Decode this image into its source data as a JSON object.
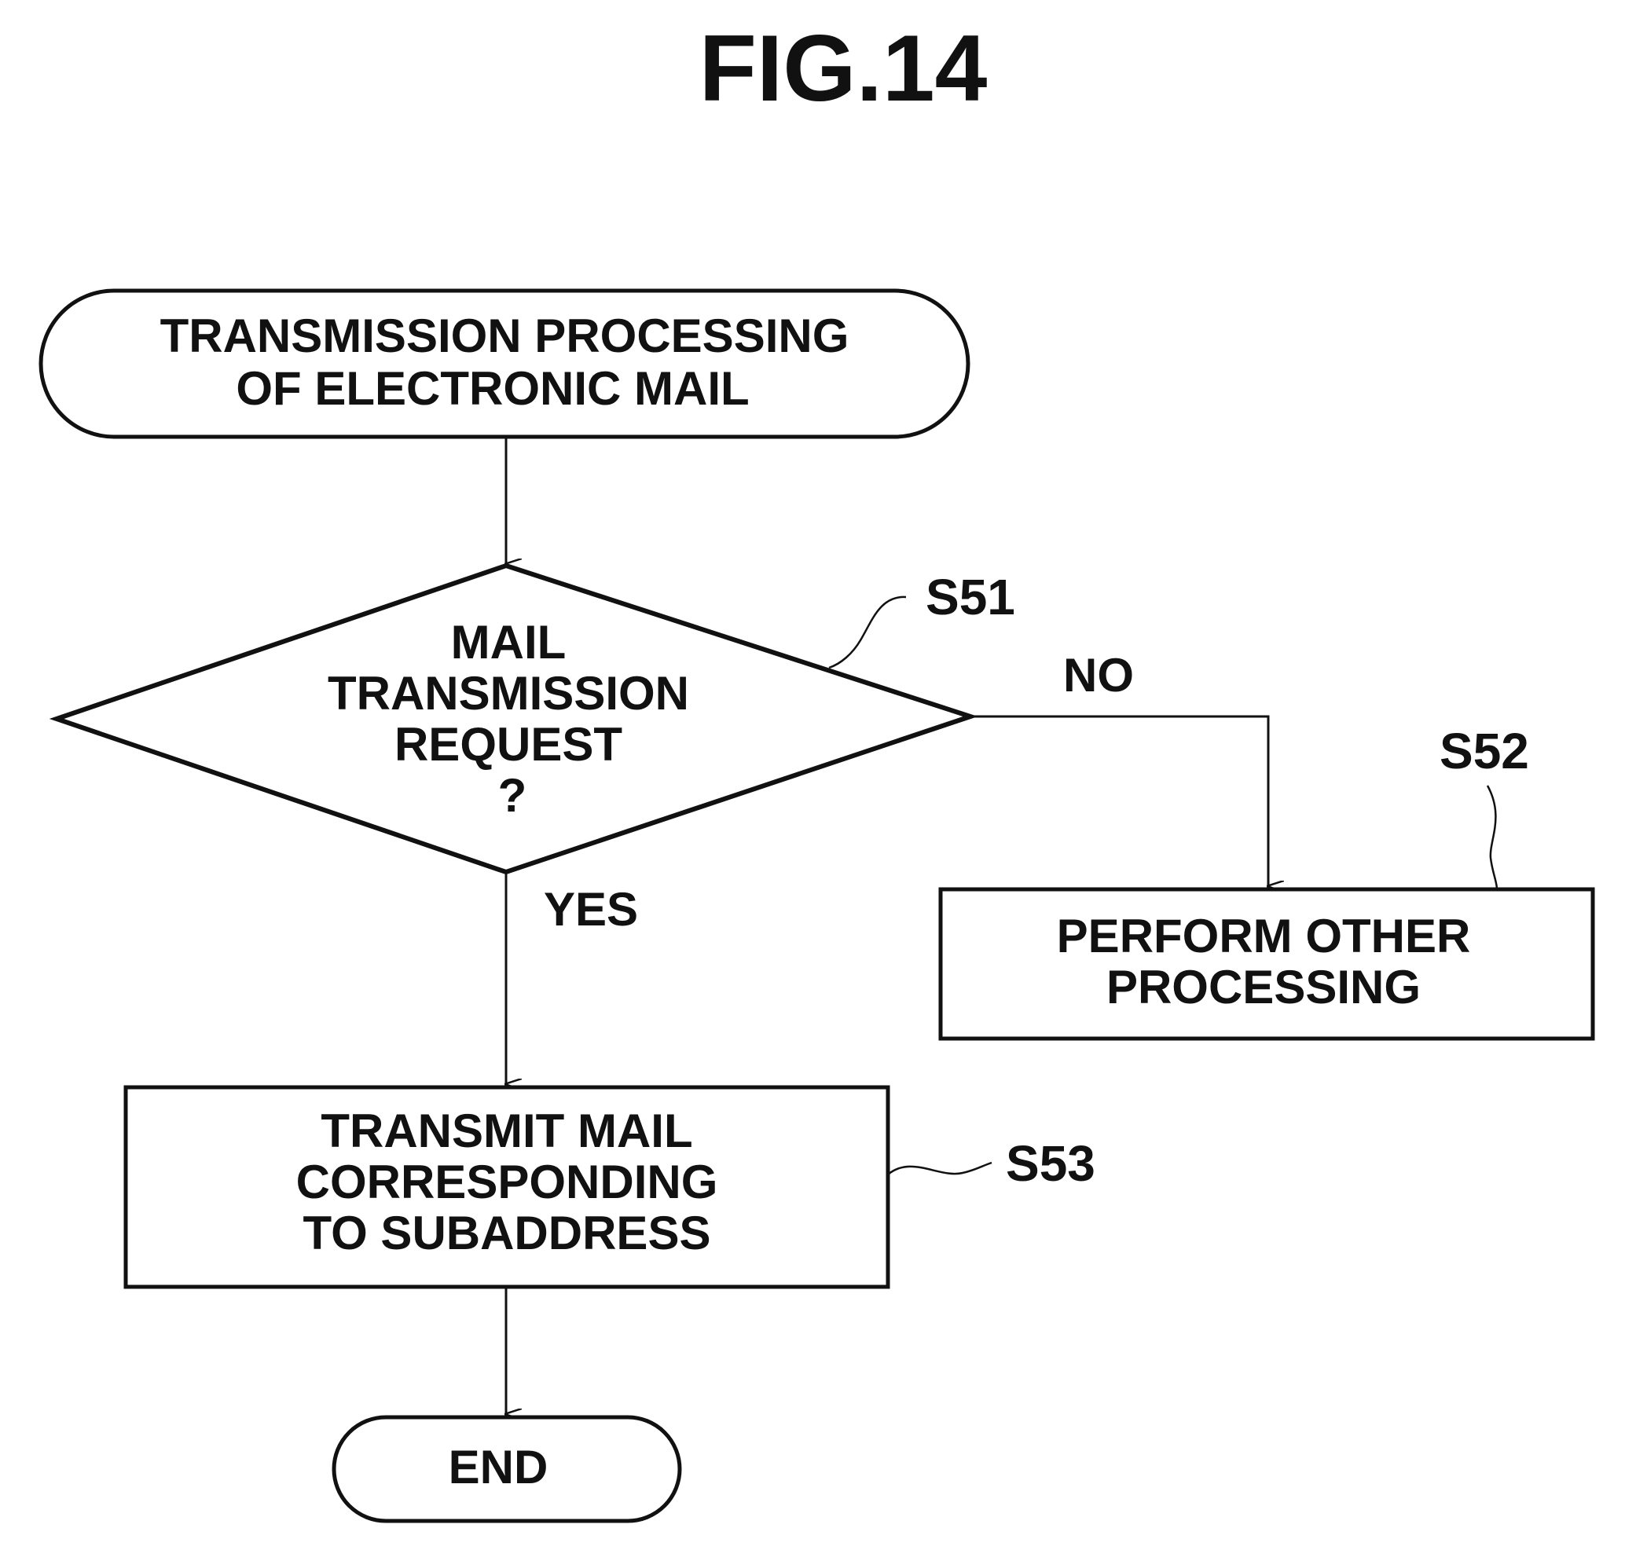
{
  "figure_label": "FIG.14",
  "nodes": {
    "start": {
      "line1": "TRANSMISSION PROCESSING",
      "line2": "OF ELECTRONIC MAIL"
    },
    "decision": {
      "line1": "MAIL",
      "line2": "TRANSMISSION",
      "line3": "REQUEST",
      "line4": "?",
      "step": "S51"
    },
    "other_processing": {
      "line1": "PERFORM OTHER",
      "line2": "PROCESSING",
      "step": "S52"
    },
    "transmit": {
      "line1": "TRANSMIT MAIL",
      "line2": "CORRESPONDING",
      "line3": "TO SUBADDRESS",
      "step": "S53"
    },
    "end": {
      "label": "END"
    }
  },
  "edges": {
    "no_label": "NO",
    "yes_label": "YES"
  }
}
